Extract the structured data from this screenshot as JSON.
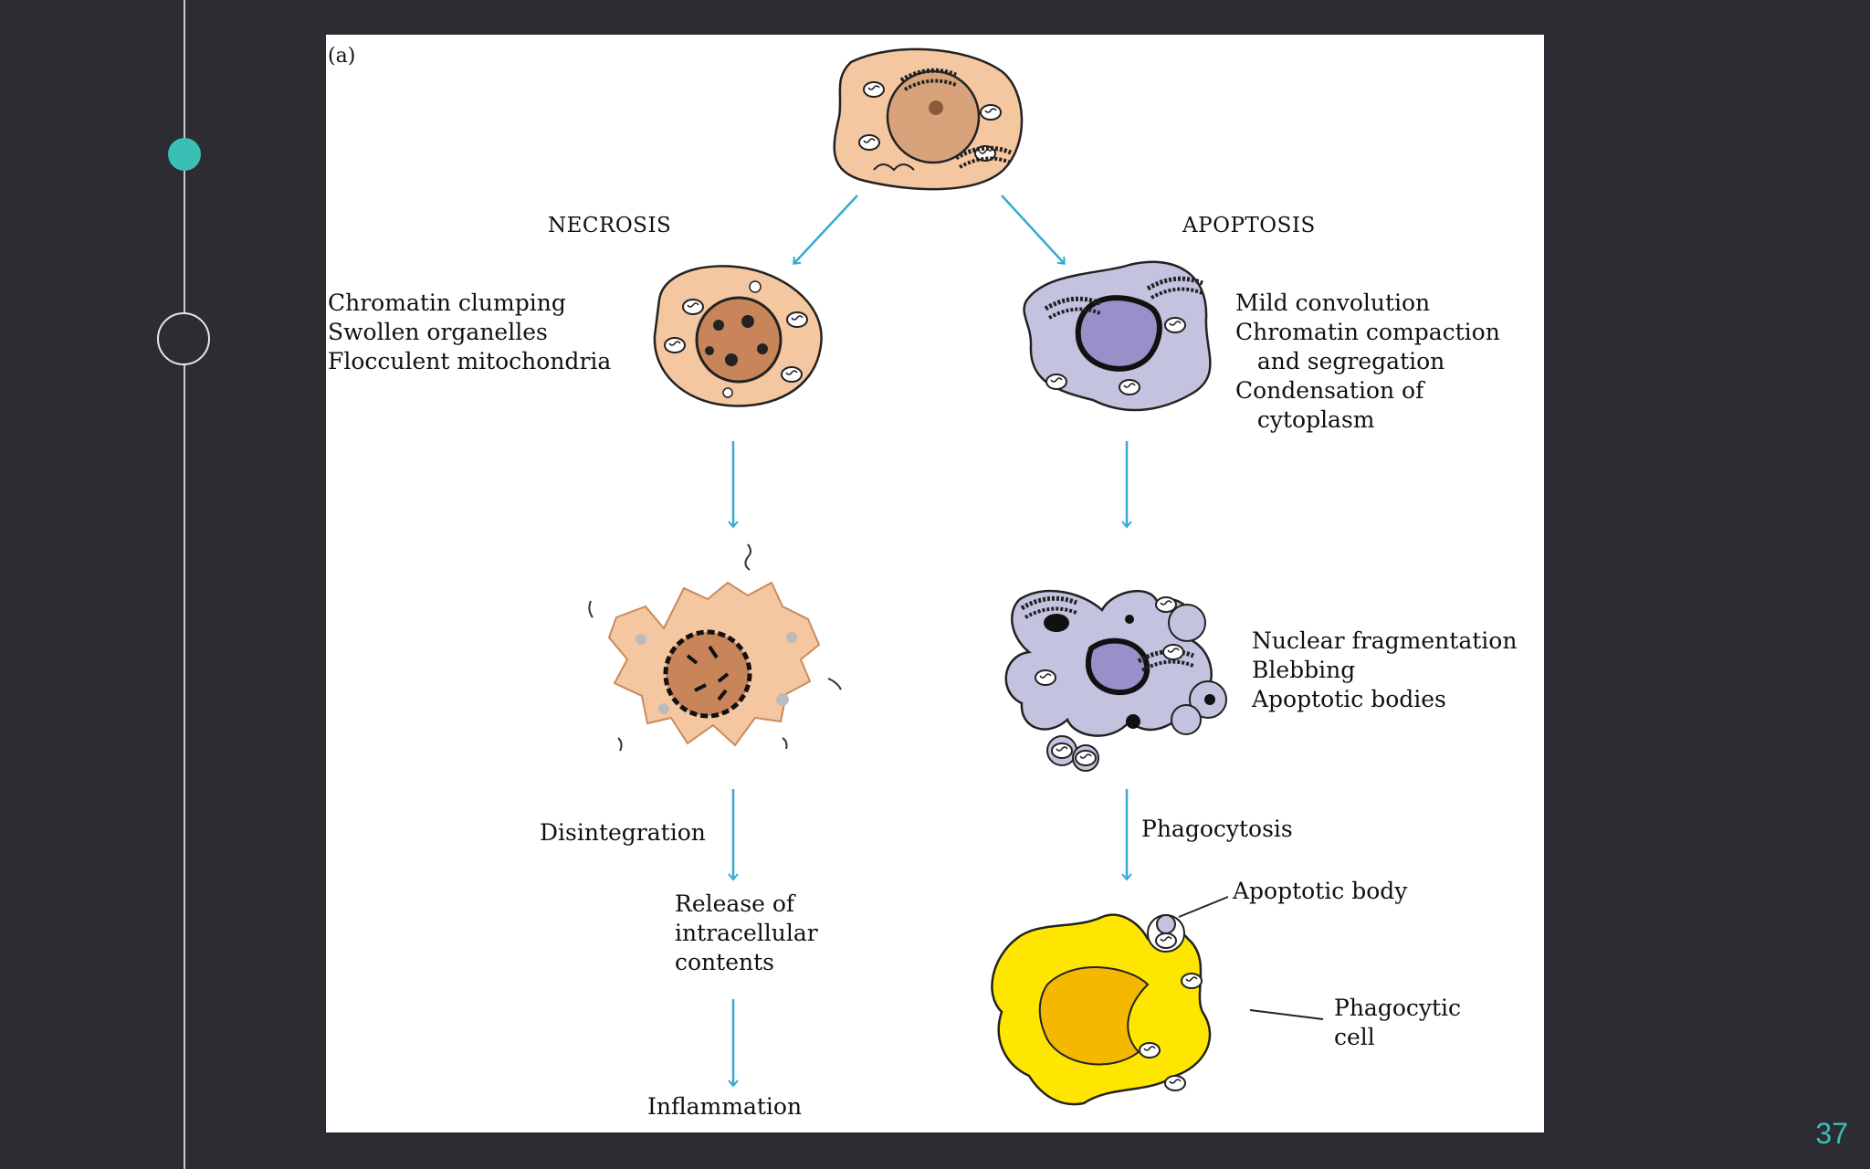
{
  "slide": {
    "page_number": "37",
    "accent_color": "#39bfb5"
  },
  "figure": {
    "panel_label": "(a)",
    "necrosis": {
      "heading": "NECROSIS",
      "stage1": [
        "Chromatin clumping",
        "Swollen organelles",
        "Flocculent mitochondria"
      ],
      "step2": "Disintegration",
      "stage3": [
        "Release of",
        "intracellular",
        "contents"
      ],
      "final": "Inflammation"
    },
    "apoptosis": {
      "heading": "APOPTOSIS",
      "stage1": [
        "Mild convolution",
        "Chromatin compaction",
        "   and segregation",
        "Condensation of",
        "   cytoplasm"
      ],
      "stage2": [
        "Nuclear fragmentation",
        "Blebbing",
        "Apoptotic bodies"
      ],
      "step3": "Phagocytosis",
      "apoptotic_body": "Apoptotic body",
      "phagocytic_cell": [
        "Phagocytic",
        "cell"
      ]
    },
    "colors": {
      "arrow": "#35a8d6",
      "necrotic_cell": "#f4c7a1",
      "apoptotic_cell": "#c3c3e0",
      "phagocyte": "#ffe600",
      "phagocyte_nucleus": "#f5b800"
    }
  }
}
